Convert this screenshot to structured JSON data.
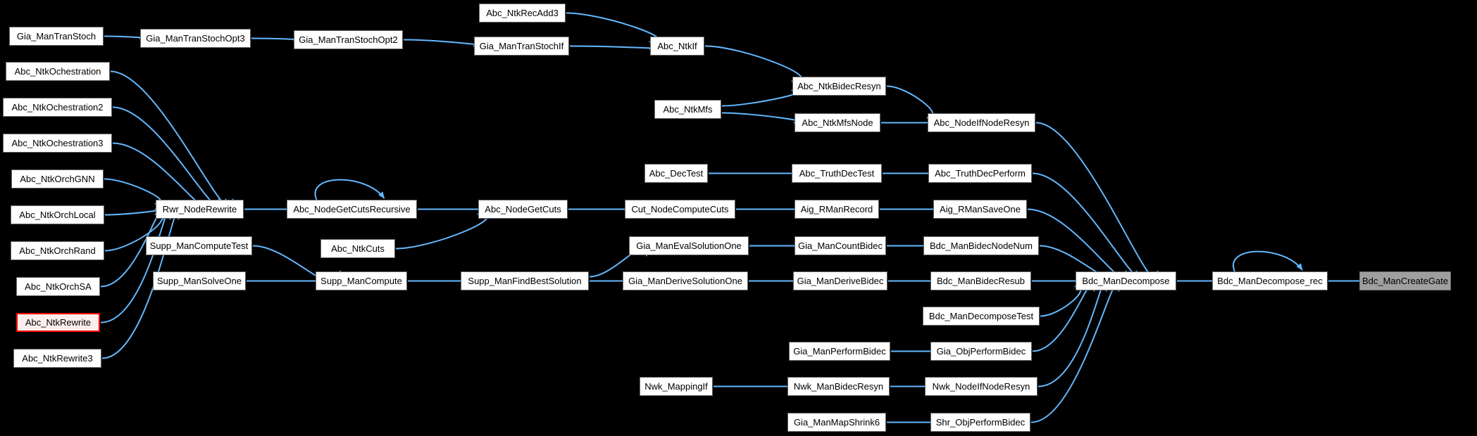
{
  "diagram": {
    "type": "call-graph",
    "description": "Caller graph of functions calling Bdc_ManCreateGate",
    "background": "#000000",
    "colors": {
      "node_bg": "#ffffff",
      "node_border": "#666666",
      "node_text": "#000000",
      "edge": "#63b8ff",
      "highlight_border": "#ff0000",
      "highlight_bg": "#fdeeee",
      "target_bg": "#9f9f9f",
      "target_border": "#6e6e6e"
    },
    "highlighted_node": "Abc_NtkRewrite",
    "target_node": "Bdc_ManCreateGate",
    "nodes": [
      {
        "id": "Gia_ManTranStoch",
        "label": "Gia_ManTranStoch",
        "style": "normal"
      },
      {
        "id": "Abc_NtkOchestration",
        "label": "Abc_NtkOchestration",
        "style": "normal"
      },
      {
        "id": "Abc_NtkOchestration2",
        "label": "Abc_NtkOchestration2",
        "style": "normal"
      },
      {
        "id": "Abc_NtkOchestration3",
        "label": "Abc_NtkOchestration3",
        "style": "normal"
      },
      {
        "id": "Abc_NtkOrchGNN",
        "label": "Abc_NtkOrchGNN",
        "style": "normal"
      },
      {
        "id": "Abc_NtkOrchLocal",
        "label": "Abc_NtkOrchLocal",
        "style": "normal"
      },
      {
        "id": "Abc_NtkOrchRand",
        "label": "Abc_NtkOrchRand",
        "style": "normal"
      },
      {
        "id": "Abc_NtkOrchSA",
        "label": "Abc_NtkOrchSA",
        "style": "normal"
      },
      {
        "id": "Abc_NtkRewrite",
        "label": "Abc_NtkRewrite",
        "style": "highlight"
      },
      {
        "id": "Abc_NtkRewrite3",
        "label": "Abc_NtkRewrite3",
        "style": "normal"
      },
      {
        "id": "Gia_ManTranStochOpt3",
        "label": "Gia_ManTranStochOpt3",
        "style": "normal"
      },
      {
        "id": "Rwr_NodeRewrite",
        "label": "Rwr_NodeRewrite",
        "style": "normal"
      },
      {
        "id": "Supp_ManComputeTest",
        "label": "Supp_ManComputeTest",
        "style": "normal"
      },
      {
        "id": "Supp_ManSolveOne",
        "label": "Supp_ManSolveOne",
        "style": "normal"
      },
      {
        "id": "Gia_ManTranStochOpt2",
        "label": "Gia_ManTranStochOpt2",
        "style": "normal"
      },
      {
        "id": "Abc_NodeGetCutsRecursive",
        "label": "Abc_NodeGetCutsRecursive",
        "style": "normal"
      },
      {
        "id": "Abc_NtkCuts",
        "label": "Abc_NtkCuts",
        "style": "normal"
      },
      {
        "id": "Supp_ManCompute",
        "label": "Supp_ManCompute",
        "style": "normal"
      },
      {
        "id": "Abc_NtkRecAdd3",
        "label": "Abc_NtkRecAdd3",
        "style": "normal"
      },
      {
        "id": "Gia_ManTranStochIf",
        "label": "Gia_ManTranStochIf",
        "style": "normal"
      },
      {
        "id": "Abc_NodeGetCuts",
        "label": "Abc_NodeGetCuts",
        "style": "normal"
      },
      {
        "id": "Supp_ManFindBestSolution",
        "label": "Supp_ManFindBestSolution",
        "style": "normal"
      },
      {
        "id": "Abc_NtkIf",
        "label": "Abc_NtkIf",
        "style": "normal"
      },
      {
        "id": "Abc_NtkMfs",
        "label": "Abc_NtkMfs",
        "style": "normal"
      },
      {
        "id": "Abc_DecTest",
        "label": "Abc_DecTest",
        "style": "normal"
      },
      {
        "id": "Cut_NodeComputeCuts",
        "label": "Cut_NodeComputeCuts",
        "style": "normal"
      },
      {
        "id": "Gia_ManEvalSolutionOne",
        "label": "Gia_ManEvalSolutionOne",
        "style": "normal"
      },
      {
        "id": "Gia_ManDeriveSolutionOne",
        "label": "Gia_ManDeriveSolutionOne",
        "style": "normal"
      },
      {
        "id": "Nwk_MappingIf",
        "label": "Nwk_MappingIf",
        "style": "normal"
      },
      {
        "id": "Abc_NtkBidecResyn",
        "label": "Abc_NtkBidecResyn",
        "style": "normal"
      },
      {
        "id": "Abc_NtkMfsNode",
        "label": "Abc_NtkMfsNode",
        "style": "normal"
      },
      {
        "id": "Abc_TruthDecTest",
        "label": "Abc_TruthDecTest",
        "style": "normal"
      },
      {
        "id": "Aig_RManRecord",
        "label": "Aig_RManRecord",
        "style": "normal"
      },
      {
        "id": "Gia_ManCountBidec",
        "label": "Gia_ManCountBidec",
        "style": "normal"
      },
      {
        "id": "Gia_ManDeriveBidec",
        "label": "Gia_ManDeriveBidec",
        "style": "normal"
      },
      {
        "id": "Gia_ManPerformBidec",
        "label": "Gia_ManPerformBidec",
        "style": "normal"
      },
      {
        "id": "Nwk_ManBidecResyn",
        "label": "Nwk_ManBidecResyn",
        "style": "normal"
      },
      {
        "id": "Gia_ManMapShrink6",
        "label": "Gia_ManMapShrink6",
        "style": "normal"
      },
      {
        "id": "Abc_NodeIfNodeResyn",
        "label": "Abc_NodeIfNodeResyn",
        "style": "normal"
      },
      {
        "id": "Abc_TruthDecPerform",
        "label": "Abc_TruthDecPerform",
        "style": "normal"
      },
      {
        "id": "Aig_RManSaveOne",
        "label": "Aig_RManSaveOne",
        "style": "normal"
      },
      {
        "id": "Bdc_ManBidecNodeNum",
        "label": "Bdc_ManBidecNodeNum",
        "style": "normal"
      },
      {
        "id": "Bdc_ManBidecResub",
        "label": "Bdc_ManBidecResub",
        "style": "normal"
      },
      {
        "id": "Bdc_ManDecomposeTest",
        "label": "Bdc_ManDecomposeTest",
        "style": "normal"
      },
      {
        "id": "Gia_ObjPerformBidec",
        "label": "Gia_ObjPerformBidec",
        "style": "normal"
      },
      {
        "id": "Nwk_NodeIfNodeResyn",
        "label": "Nwk_NodeIfNodeResyn",
        "style": "normal"
      },
      {
        "id": "Shr_ObjPerformBidec",
        "label": "Shr_ObjPerformBidec",
        "style": "normal"
      },
      {
        "id": "Bdc_ManDecompose",
        "label": "Bdc_ManDecompose",
        "style": "normal"
      },
      {
        "id": "Bdc_ManDecompose_rec",
        "label": "Bdc_ManDecompose_rec",
        "style": "normal"
      },
      {
        "id": "Bdc_ManCreateGate",
        "label": "Bdc_ManCreateGate",
        "style": "target"
      }
    ],
    "edges": [
      {
        "from": "Gia_ManTranStoch",
        "to": "Gia_ManTranStochOpt3"
      },
      {
        "from": "Gia_ManTranStochOpt3",
        "to": "Gia_ManTranStochOpt2"
      },
      {
        "from": "Gia_ManTranStochOpt2",
        "to": "Gia_ManTranStochIf"
      },
      {
        "from": "Gia_ManTranStochIf",
        "to": "Abc_NtkIf"
      },
      {
        "from": "Abc_NtkRecAdd3",
        "to": "Abc_NtkIf"
      },
      {
        "from": "Abc_NtkIf",
        "to": "Abc_NtkBidecResyn"
      },
      {
        "from": "Abc_NtkMfs",
        "to": "Abc_NtkBidecResyn"
      },
      {
        "from": "Abc_NtkMfs",
        "to": "Abc_NtkMfsNode"
      },
      {
        "from": "Abc_NtkBidecResyn",
        "to": "Abc_NodeIfNodeResyn"
      },
      {
        "from": "Abc_NtkMfsNode",
        "to": "Abc_NodeIfNodeResyn"
      },
      {
        "from": "Abc_NtkOchestration",
        "to": "Rwr_NodeRewrite"
      },
      {
        "from": "Abc_NtkOchestration2",
        "to": "Rwr_NodeRewrite"
      },
      {
        "from": "Abc_NtkOchestration3",
        "to": "Rwr_NodeRewrite"
      },
      {
        "from": "Abc_NtkOrchGNN",
        "to": "Rwr_NodeRewrite"
      },
      {
        "from": "Abc_NtkOrchLocal",
        "to": "Rwr_NodeRewrite"
      },
      {
        "from": "Abc_NtkOrchRand",
        "to": "Rwr_NodeRewrite"
      },
      {
        "from": "Abc_NtkOrchSA",
        "to": "Rwr_NodeRewrite"
      },
      {
        "from": "Abc_NtkRewrite",
        "to": "Rwr_NodeRewrite"
      },
      {
        "from": "Abc_NtkRewrite3",
        "to": "Rwr_NodeRewrite"
      },
      {
        "from": "Rwr_NodeRewrite",
        "to": "Abc_NodeGetCutsRecursive"
      },
      {
        "from": "Abc_NodeGetCutsRecursive",
        "to": "Abc_NodeGetCutsRecursive",
        "self": true
      },
      {
        "from": "Abc_NodeGetCutsRecursive",
        "to": "Abc_NodeGetCuts"
      },
      {
        "from": "Abc_NtkCuts",
        "to": "Abc_NodeGetCuts"
      },
      {
        "from": "Abc_NodeGetCuts",
        "to": "Cut_NodeComputeCuts"
      },
      {
        "from": "Cut_NodeComputeCuts",
        "to": "Aig_RManRecord"
      },
      {
        "from": "Aig_RManRecord",
        "to": "Aig_RManSaveOne"
      },
      {
        "from": "Abc_DecTest",
        "to": "Abc_TruthDecTest"
      },
      {
        "from": "Abc_TruthDecTest",
        "to": "Abc_TruthDecPerform"
      },
      {
        "from": "Supp_ManComputeTest",
        "to": "Supp_ManCompute"
      },
      {
        "from": "Supp_ManSolveOne",
        "to": "Supp_ManCompute"
      },
      {
        "from": "Supp_ManCompute",
        "to": "Supp_ManFindBestSolution"
      },
      {
        "from": "Supp_ManFindBestSolution",
        "to": "Gia_ManEvalSolutionOne"
      },
      {
        "from": "Supp_ManFindBestSolution",
        "to": "Gia_ManDeriveSolutionOne"
      },
      {
        "from": "Gia_ManEvalSolutionOne",
        "to": "Gia_ManCountBidec"
      },
      {
        "from": "Gia_ManCountBidec",
        "to": "Bdc_ManBidecNodeNum"
      },
      {
        "from": "Gia_ManDeriveSolutionOne",
        "to": "Gia_ManDeriveBidec"
      },
      {
        "from": "Gia_ManDeriveBidec",
        "to": "Bdc_ManBidecResub"
      },
      {
        "from": "Gia_ManPerformBidec",
        "to": "Gia_ObjPerformBidec"
      },
      {
        "from": "Nwk_MappingIf",
        "to": "Nwk_ManBidecResyn"
      },
      {
        "from": "Nwk_ManBidecResyn",
        "to": "Nwk_NodeIfNodeResyn"
      },
      {
        "from": "Gia_ManMapShrink6",
        "to": "Shr_ObjPerformBidec"
      },
      {
        "from": "Abc_NodeIfNodeResyn",
        "to": "Bdc_ManDecompose"
      },
      {
        "from": "Abc_TruthDecPerform",
        "to": "Bdc_ManDecompose"
      },
      {
        "from": "Aig_RManSaveOne",
        "to": "Bdc_ManDecompose"
      },
      {
        "from": "Bdc_ManBidecNodeNum",
        "to": "Bdc_ManDecompose"
      },
      {
        "from": "Bdc_ManBidecResub",
        "to": "Bdc_ManDecompose"
      },
      {
        "from": "Bdc_ManDecomposeTest",
        "to": "Bdc_ManDecompose"
      },
      {
        "from": "Gia_ObjPerformBidec",
        "to": "Bdc_ManDecompose"
      },
      {
        "from": "Nwk_NodeIfNodeResyn",
        "to": "Bdc_ManDecompose"
      },
      {
        "from": "Shr_ObjPerformBidec",
        "to": "Bdc_ManDecompose"
      },
      {
        "from": "Bdc_ManDecompose",
        "to": "Bdc_ManDecompose_rec"
      },
      {
        "from": "Bdc_ManDecompose_rec",
        "to": "Bdc_ManDecompose_rec",
        "self": true
      },
      {
        "from": "Bdc_ManDecompose_rec",
        "to": "Bdc_ManCreateGate"
      }
    ]
  }
}
